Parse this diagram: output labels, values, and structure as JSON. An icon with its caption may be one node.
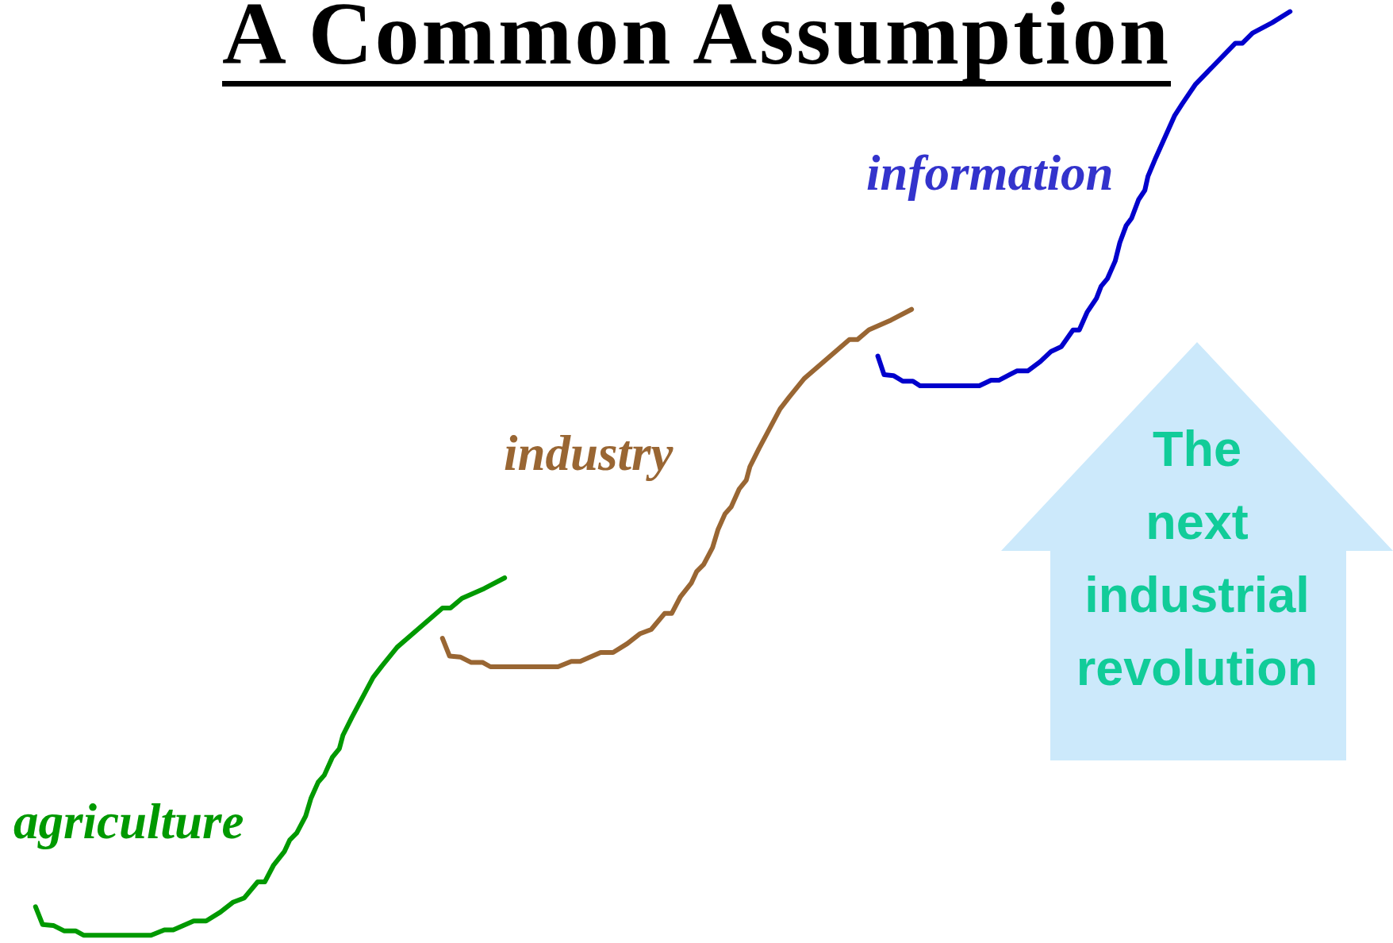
{
  "diagram": {
    "title": "A Common Assumption",
    "nodes": [
      {
        "text": [
          "The next industrial revolution"
        ]
      }
    ],
    "labels": [
      "information",
      "industry",
      "agriculture"
    ]
  }
}
